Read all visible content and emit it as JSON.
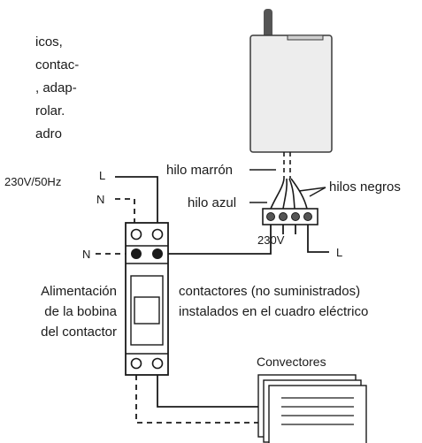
{
  "intro_text": {
    "lines": [
      "icos,",
      "contac-",
      ", adap-",
      "rolar.",
      "adro"
    ]
  },
  "labels": {
    "supply": "230V/50Hz",
    "L_top": "L",
    "N_top": "N",
    "N_mid": "N",
    "hilo_marron": "hilo marrón",
    "hilo_azul": "hilo azul",
    "hilos_negros": "hilos negros",
    "terminal_voltage": "230V",
    "L_right": "L",
    "alimentacion": [
      "Alimentación",
      "de la bobina",
      "del contactor"
    ],
    "contactores": [
      "contactores (no suministrados)",
      "instalados en el cuadro eléctrico"
    ],
    "convectores": "Convectores"
  },
  "colors": {
    "line": "#1a1a1a",
    "device_fill": "#ededed",
    "device_stroke": "#3a3a3a",
    "antenna": "#555555"
  }
}
